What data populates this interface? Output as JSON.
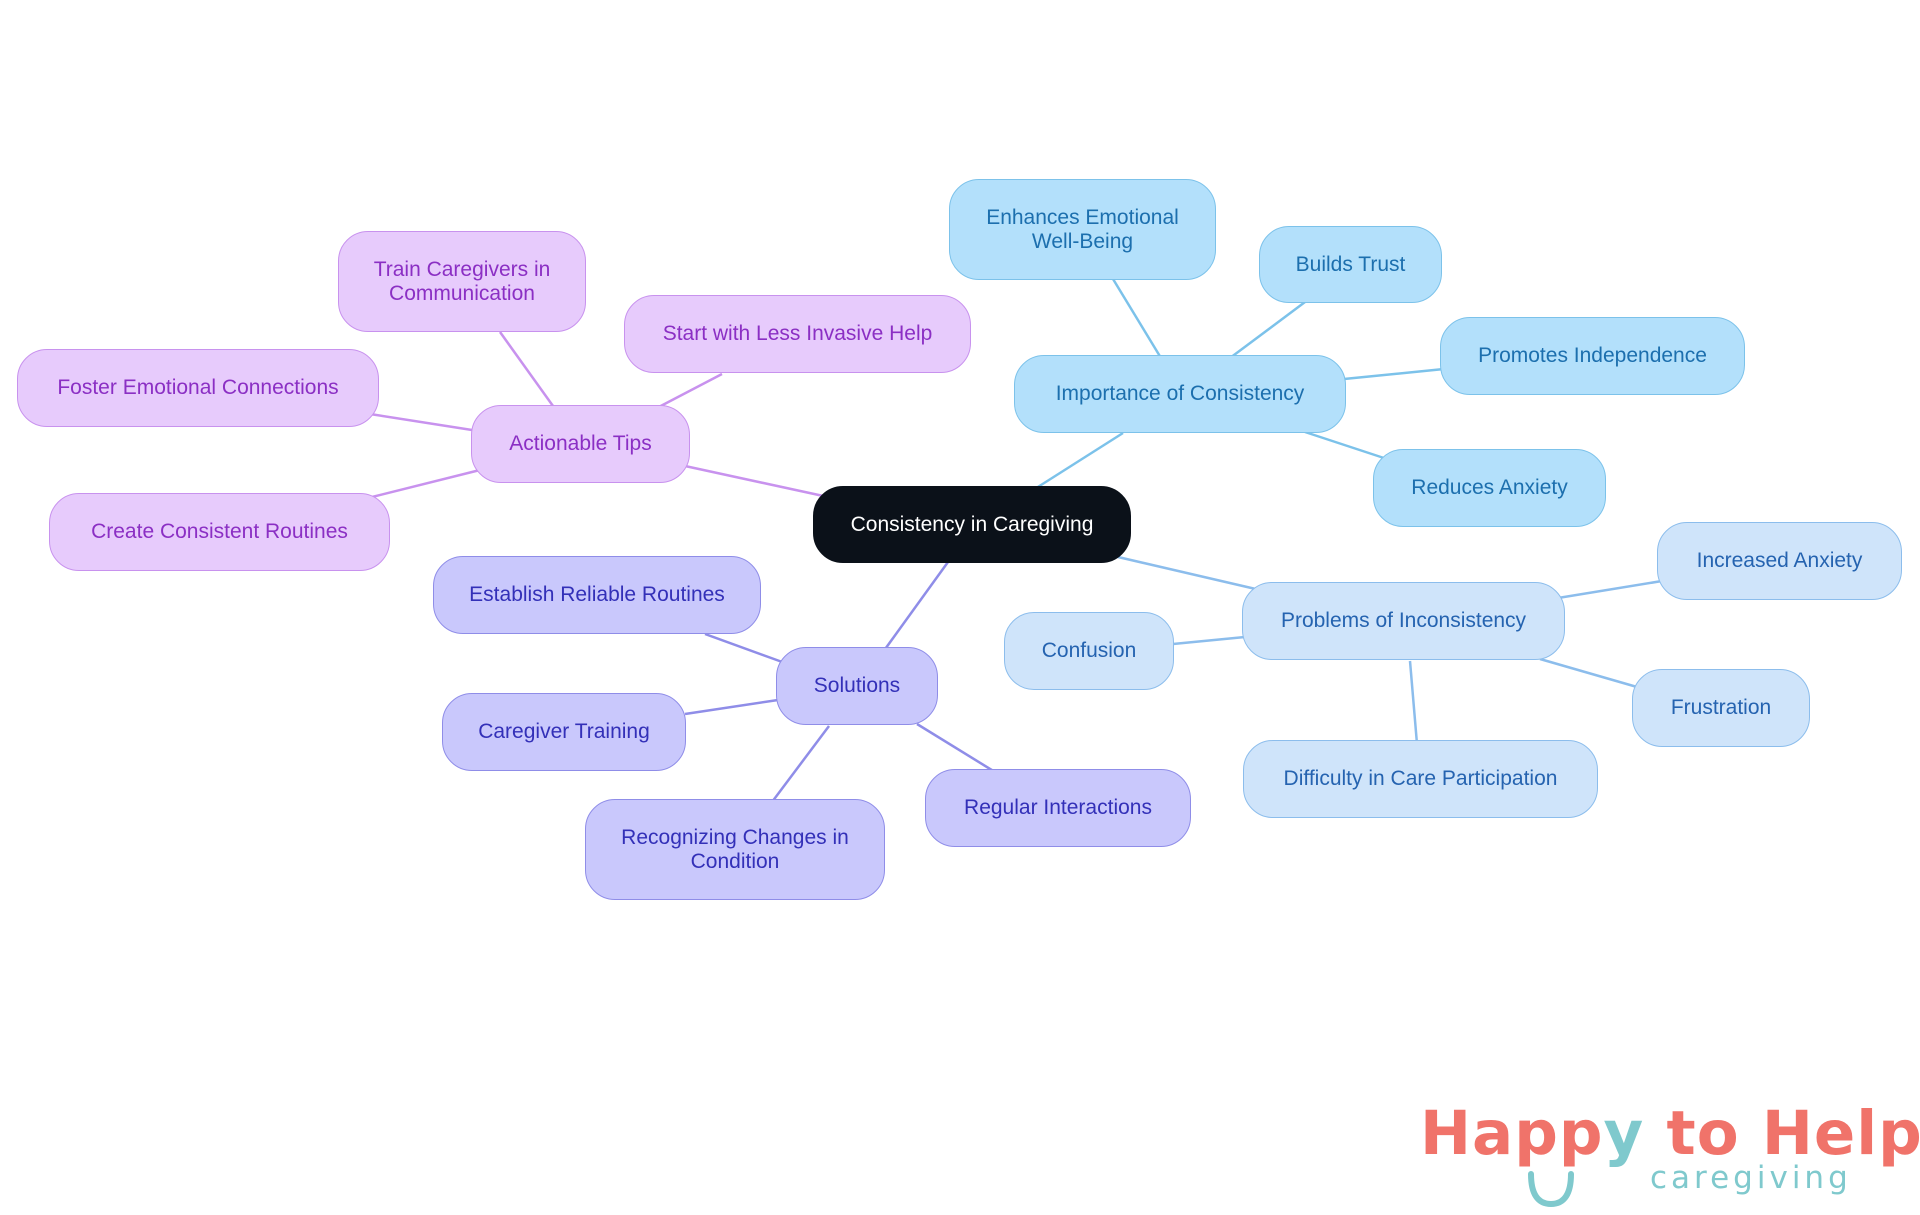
{
  "mindmap": {
    "root": "Consistency in Caregiving",
    "branches": {
      "importance": {
        "label": "Importance of Consistency",
        "children": [
          "Enhances Emotional Well-Being",
          "Builds Trust",
          "Promotes Independence",
          "Reduces Anxiety"
        ]
      },
      "problems": {
        "label": "Problems of Inconsistency",
        "children": [
          "Increased Anxiety",
          "Confusion",
          "Frustration",
          "Difficulty in Care Participation"
        ]
      },
      "solutions": {
        "label": "Solutions",
        "children": [
          "Establish Reliable Routines",
          "Caregiver Training",
          "Recognizing Changes in Condition",
          "Regular Interactions"
        ]
      },
      "tips": {
        "label": "Actionable Tips",
        "children": [
          "Train Caregivers in Communication",
          "Start with Less Invasive Help",
          "Foster Emotional Connections",
          "Create Consistent Routines"
        ]
      }
    }
  },
  "logo": {
    "happy": "Happ",
    "y": "y",
    "rest": " to Help",
    "sub": "caregiving"
  },
  "colors": {
    "importance": "#7cc2ea",
    "problems": "#8cbdec",
    "solutions": "#8f8de8",
    "tips": "#c892ee",
    "logo_coral": "#f0736a",
    "logo_teal": "#7fc9cd"
  }
}
